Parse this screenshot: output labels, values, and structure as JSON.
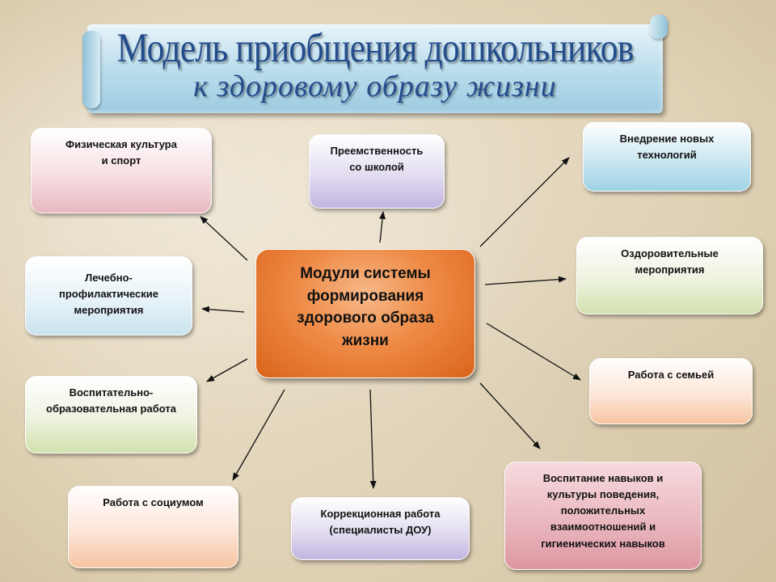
{
  "title": {
    "line1": "Модель приобщения дошкольников",
    "line2": "к здоровому  образу   жизни"
  },
  "center": {
    "text": "Модули системы\nформирования\nздорового образа\nжизни"
  },
  "modules": {
    "physical": "Физическая культура\nи спорт",
    "school": "Преемственность\nсо школой",
    "tech": "Внедрение новых\nтехнологий",
    "medical": "Лечебно-\nпрофилактические\nмероприятия",
    "health": "Оздоровительные\nмероприятия",
    "education": "Воспитательно-\nобразовательная работа",
    "family": "Работа с семьей",
    "society": "Работа с социумом",
    "correction": "Коррекционная работа\n(специалисты ДОУ)",
    "skills": "Воспитание навыков и\nкультуры поведения,\nположительных\nвзаимоотношений и\nгигиенических навыков"
  },
  "colors": {
    "title_text": "#254d8c",
    "center_fill": "#ee8a45",
    "arrow": "#111111"
  }
}
